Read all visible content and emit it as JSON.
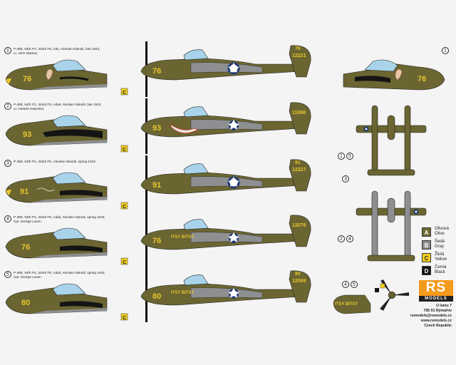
{
  "profiles": [
    {
      "num": "1",
      "caption": "P-38E, 54th FG, 343rd FS, Attu, Aleutian Islands, late 1943,",
      "pilot": "Lt. John Mackey",
      "code": "76",
      "serial": "12221",
      "tail_top": "76"
    },
    {
      "num": "2",
      "caption": "P-38E, 54th FG, 343rd FS, Adak, Aleutian Islands, late 1942,",
      "pilot": "Lt. Herbert Hasenfus",
      "code": "93",
      "serial": "11998",
      "tail_top": ""
    },
    {
      "num": "3",
      "caption": "P-38E, 54th FG, 343rd FS, Aleutian Islands, spring 1943",
      "pilot": "",
      "code": "91",
      "serial": "12227",
      "tail_top": "91"
    },
    {
      "num": "4",
      "caption": "P-38E, 54th FG, 343rd FS, Adak, Aleutian Islands, spring 1943,",
      "pilot": "Cpt. George Laven",
      "code": "76",
      "serial": "12076",
      "tail_top": "",
      "nose_art": "ITSY BITSY"
    },
    {
      "num": "5",
      "caption": "P-38E, 54th FG, 343rd FS, Adak, Aleutian Islands, spring 1943,",
      "pilot": "Cpt. George Laven",
      "code": "80",
      "serial": "12069",
      "tail_top": "80",
      "nose_art": "ITSY BITSY"
    }
  ],
  "side_refs": {
    "one": "1",
    "top_a": "1",
    "top_b": "5",
    "top_c": "3",
    "bot_a": "2",
    "bot_b": "4",
    "r45a": "4",
    "r45b": "5"
  },
  "legend": [
    {
      "letter": "A",
      "cz": "Olivová",
      "en": "Olive",
      "color": "#6f6a34",
      "text": "#ffffff"
    },
    {
      "letter": "B",
      "cz": "Šedá",
      "en": "Gray",
      "color": "#8a8c8e",
      "text": "#ffffff"
    },
    {
      "letter": "C",
      "cz": "Žlutá",
      "en": "Yellow",
      "color": "#f2cf1e",
      "text": "#222222"
    },
    {
      "letter": "D",
      "cz": "Černá",
      "en": "Black",
      "color": "#141414",
      "text": "#ffffff"
    }
  ],
  "brand": {
    "rs": "RS",
    "models": "MODELS"
  },
  "address": [
    "U lomu 7",
    "795 01 Rýmařov",
    "rsmodels@rsmodels.cz",
    "www.rsmodels.cz",
    "Czech Republic"
  ],
  "colors": {
    "olive": "#6b6532",
    "gray": "#8d8f91",
    "yellow": "#e7c72c",
    "canopy": "#a9d3ea"
  }
}
